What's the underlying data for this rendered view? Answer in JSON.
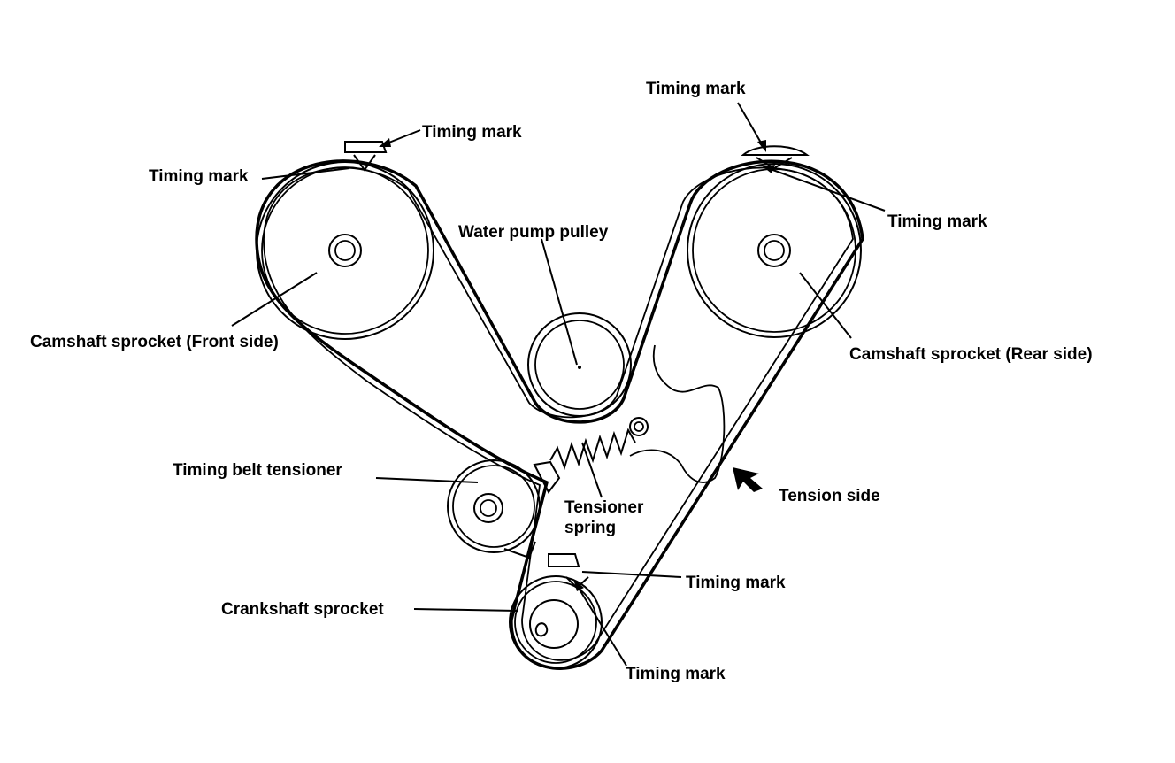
{
  "labels": {
    "timing_mark_top_left_upper": "Timing mark",
    "timing_mark_top_left_lower": "Timing mark",
    "timing_mark_top_right_upper": "Timing mark",
    "timing_mark_top_right_lower": "Timing mark",
    "water_pump_pulley": "Water pump pulley",
    "camshaft_front": "Camshaft sprocket (Front side)",
    "camshaft_rear": "Camshaft sprocket (Rear side)",
    "timing_belt_tensioner": "Timing belt tensioner",
    "tensioner_spring_line1": "Tensioner",
    "tensioner_spring_line2": "spring",
    "tension_side": "Tension side",
    "timing_mark_crank_upper": "Timing mark",
    "crankshaft_sprocket": "Crankshaft sprocket",
    "timing_mark_crank_lower": "Timing mark"
  }
}
